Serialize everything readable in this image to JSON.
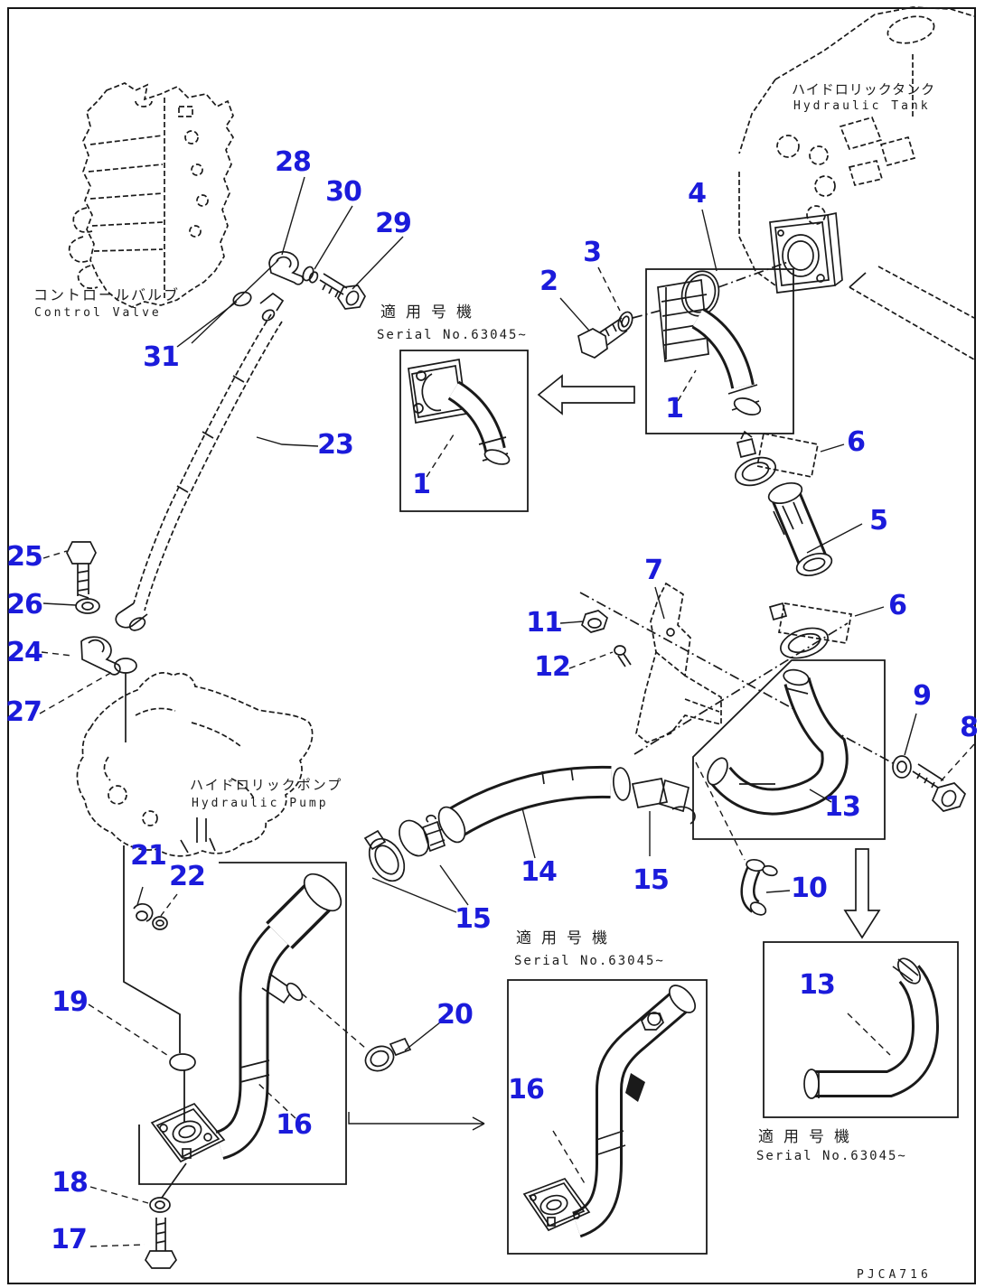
{
  "titles": {
    "control_valve": {
      "jp": "コントロールバルブ",
      "en": "Control Valve"
    },
    "hydraulic_tank": {
      "jp": "ハイドロリックタンク",
      "en": "Hydraulic Tank"
    },
    "hydraulic_pump": {
      "jp": "ハイドロリックポンプ",
      "en": "Hydraulic Pump"
    }
  },
  "serial_notes": {
    "top": {
      "jp": "適用号機",
      "en": "Serial No.63045~"
    },
    "bottom_middle": {
      "jp": "適用号機",
      "en": "Serial No.63045~"
    },
    "bottom_right": {
      "jp": "適用号機",
      "en": "Serial No.63045~"
    }
  },
  "footer": {
    "code": "PJCA716"
  },
  "colors": {
    "callout_blue": "#1b1bdb",
    "line_black": "#1a1a1a",
    "background": "#ffffff"
  },
  "callouts": [
    {
      "id": "28",
      "label": "28"
    },
    {
      "id": "30",
      "label": "30"
    },
    {
      "id": "29",
      "label": "29"
    },
    {
      "id": "31",
      "label": "31"
    },
    {
      "id": "23",
      "label": "23"
    },
    {
      "id": "2",
      "label": "2"
    },
    {
      "id": "3",
      "label": "3"
    },
    {
      "id": "4",
      "label": "4"
    },
    {
      "id": "1a",
      "label": "1"
    },
    {
      "id": "1b",
      "label": "1"
    },
    {
      "id": "6a",
      "label": "6"
    },
    {
      "id": "5",
      "label": "5"
    },
    {
      "id": "6b",
      "label": "6"
    },
    {
      "id": "7",
      "label": "7"
    },
    {
      "id": "11",
      "label": "11"
    },
    {
      "id": "12",
      "label": "12"
    },
    {
      "id": "9",
      "label": "9"
    },
    {
      "id": "8",
      "label": "8"
    },
    {
      "id": "13a",
      "label": "13"
    },
    {
      "id": "10",
      "label": "10"
    },
    {
      "id": "25",
      "label": "25"
    },
    {
      "id": "26",
      "label": "26"
    },
    {
      "id": "24",
      "label": "24"
    },
    {
      "id": "27",
      "label": "27"
    },
    {
      "id": "21",
      "label": "21"
    },
    {
      "id": "22",
      "label": "22"
    },
    {
      "id": "14",
      "label": "14"
    },
    {
      "id": "15a",
      "label": "15"
    },
    {
      "id": "15b",
      "label": "15"
    },
    {
      "id": "19",
      "label": "19"
    },
    {
      "id": "20",
      "label": "20"
    },
    {
      "id": "16a",
      "label": "16"
    },
    {
      "id": "18",
      "label": "18"
    },
    {
      "id": "17",
      "label": "17"
    },
    {
      "id": "16b",
      "label": "16"
    },
    {
      "id": "13b",
      "label": "13"
    }
  ]
}
